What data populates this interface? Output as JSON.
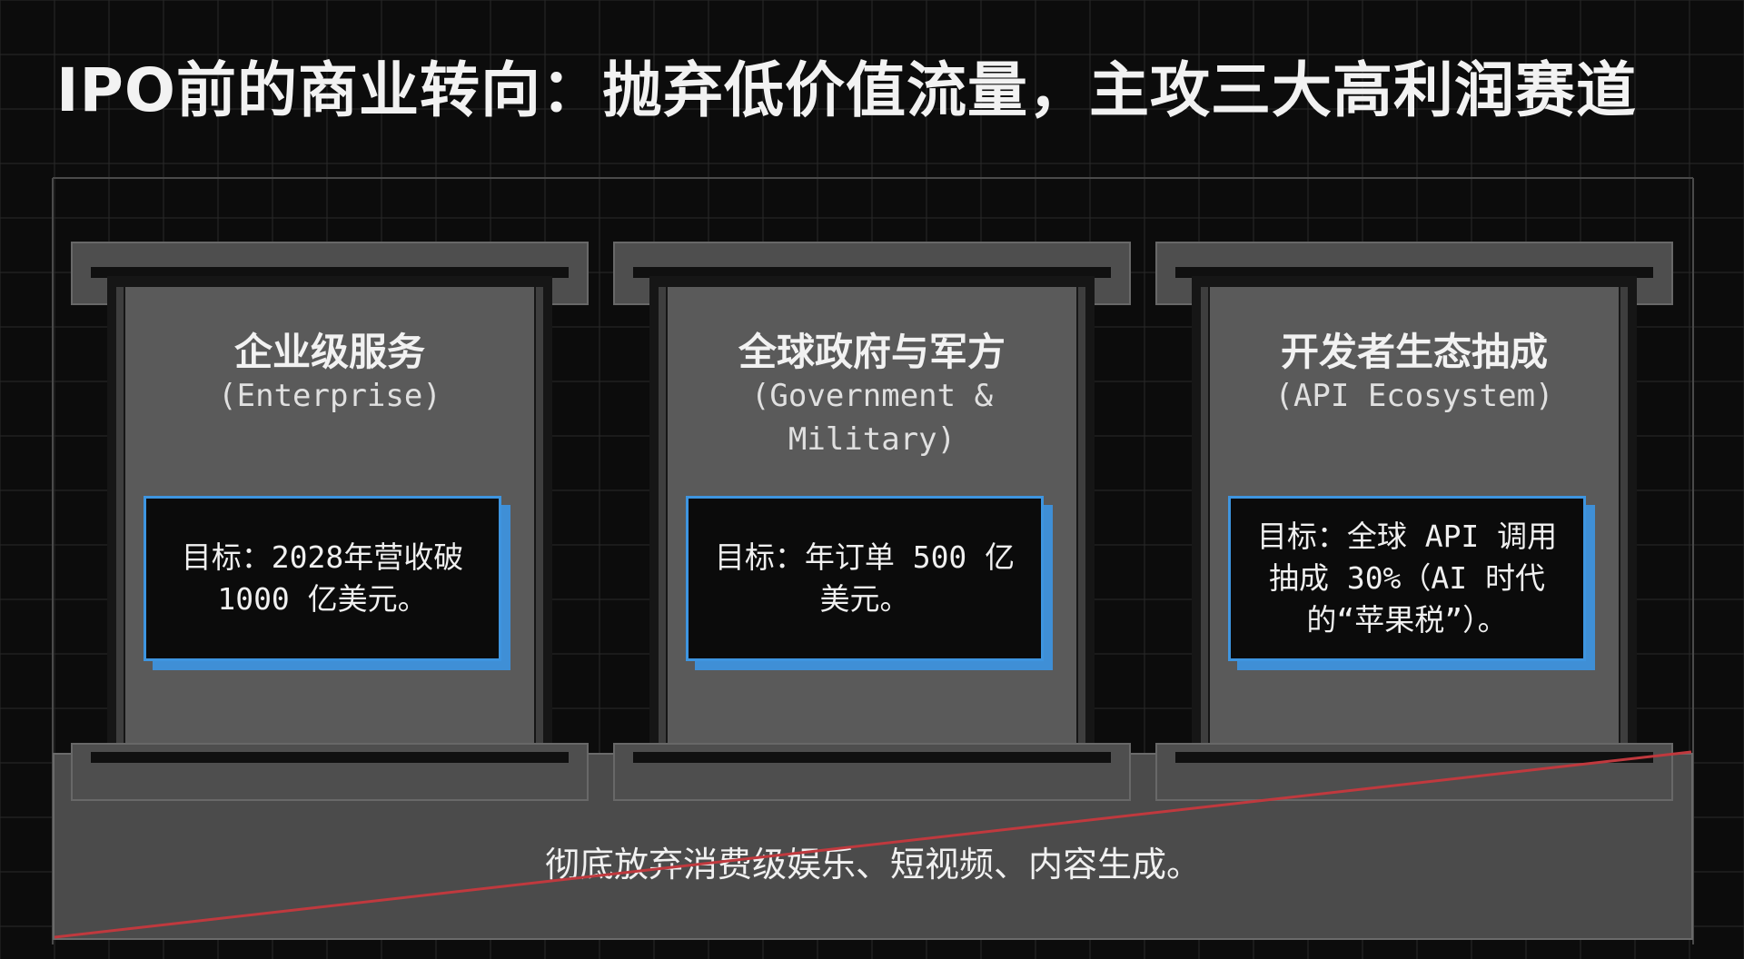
{
  "title": "IPO前的商业转向：抛弃低价值流量，主攻三大高利润赛道",
  "pillars": [
    {
      "title": "企业级服务",
      "subtitle": "(Enterprise)",
      "goal": "目标：2028年营收破 1000 亿美元。"
    },
    {
      "title": "全球政府与军方",
      "subtitle": "(Government & Military)",
      "goal": "目标：年订单 500 亿美元。"
    },
    {
      "title": "开发者生态抽成",
      "subtitle": "(API Ecosystem)",
      "goal": "目标：全球 API 调用抽成 30%（AI 时代的“苹果税”）。"
    }
  ],
  "foundation": {
    "text": "彻底放弃消费级娱乐、短视频、内容生成。",
    "struck_through": true
  },
  "colors": {
    "background": "#0c0c0c",
    "pillar": "#5a5a5a",
    "goal_border": "#3e95e0",
    "strike": "#c0393e"
  }
}
